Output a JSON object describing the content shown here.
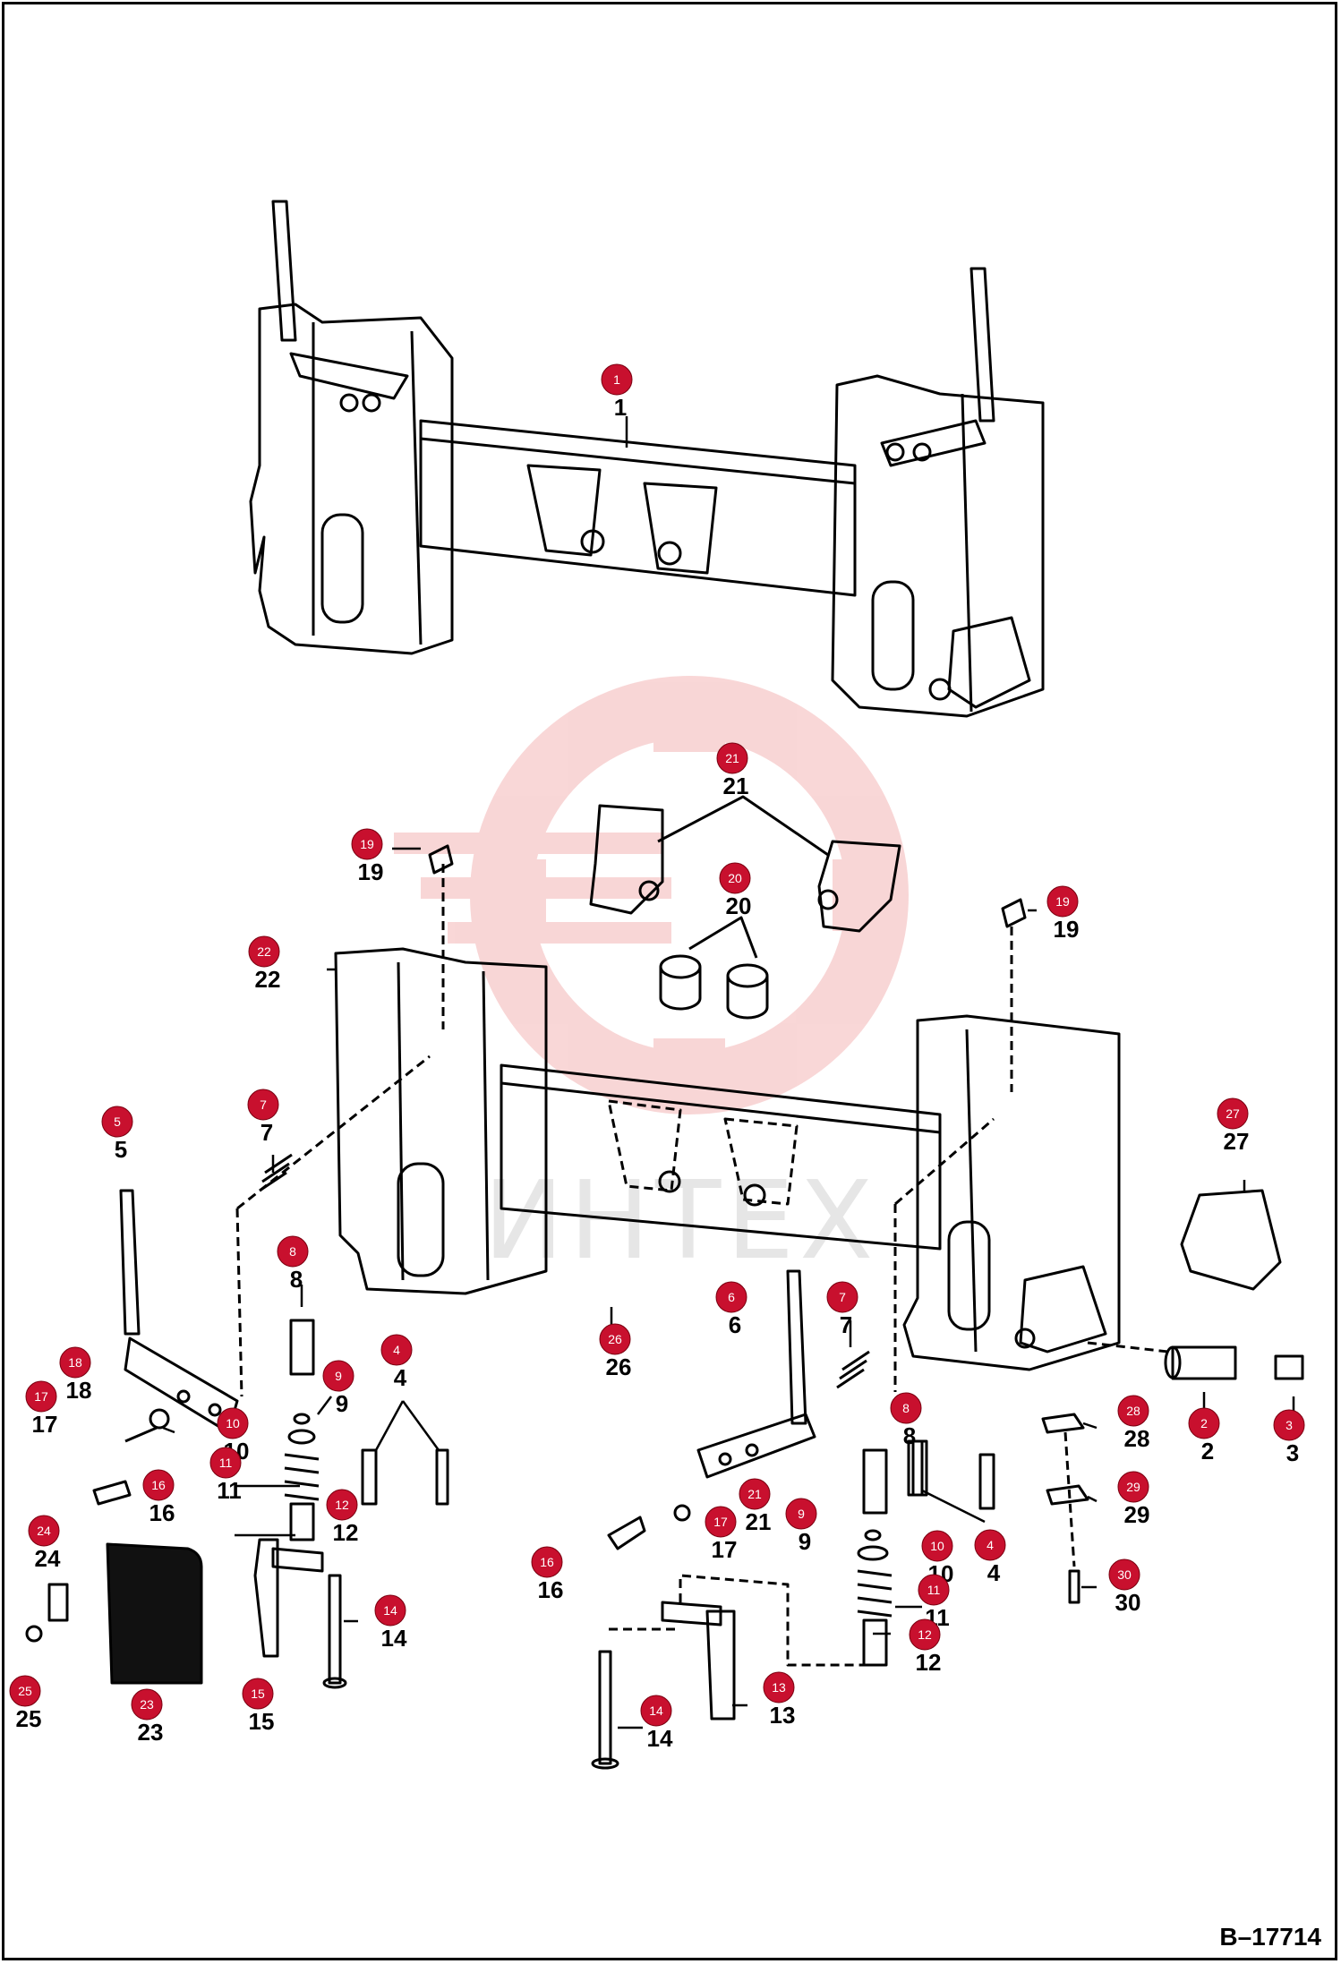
{
  "document": {
    "number": "B–17714",
    "watermark": "ИНТЕХ"
  },
  "colors": {
    "callout_fill": "#c8102e",
    "watermark": "#f4b6b6",
    "line": "#000000"
  },
  "callouts": [
    {
      "id": "c1",
      "label": "1"
    },
    {
      "id": "c21a",
      "label": "21"
    },
    {
      "id": "c19a",
      "label": "19"
    },
    {
      "id": "c20",
      "label": "20"
    },
    {
      "id": "c19b",
      "label": "19"
    },
    {
      "id": "c22",
      "label": "22"
    },
    {
      "id": "c5",
      "label": "5"
    },
    {
      "id": "c7a",
      "label": "7"
    },
    {
      "id": "c27",
      "label": "27"
    },
    {
      "id": "c8a",
      "label": "8"
    },
    {
      "id": "c6",
      "label": "6"
    },
    {
      "id": "c7b",
      "label": "7"
    },
    {
      "id": "c26",
      "label": "26"
    },
    {
      "id": "c4a",
      "label": "4"
    },
    {
      "id": "c18",
      "label": "18"
    },
    {
      "id": "c9a",
      "label": "9"
    },
    {
      "id": "c17a",
      "label": "17"
    },
    {
      "id": "c10a",
      "label": "10"
    },
    {
      "id": "c11a",
      "label": "11"
    },
    {
      "id": "c16a",
      "label": "16"
    },
    {
      "id": "c12a",
      "label": "12"
    },
    {
      "id": "c8b",
      "label": "8"
    },
    {
      "id": "c2",
      "label": "2"
    },
    {
      "id": "c3",
      "label": "3"
    },
    {
      "id": "c28",
      "label": "28"
    },
    {
      "id": "c29",
      "label": "29"
    },
    {
      "id": "c21b",
      "label": "21"
    },
    {
      "id": "c9b",
      "label": "9"
    },
    {
      "id": "c17b",
      "label": "17"
    },
    {
      "id": "c4b",
      "label": "4"
    },
    {
      "id": "c24",
      "label": "24"
    },
    {
      "id": "c16b",
      "label": "16"
    },
    {
      "id": "c10b",
      "label": "10"
    },
    {
      "id": "c30",
      "label": "30"
    },
    {
      "id": "c11b",
      "label": "11"
    },
    {
      "id": "c14a",
      "label": "14"
    },
    {
      "id": "c12b",
      "label": "12"
    },
    {
      "id": "c25",
      "label": "25"
    },
    {
      "id": "c23",
      "label": "23"
    },
    {
      "id": "c15",
      "label": "15"
    },
    {
      "id": "c13",
      "label": "13"
    },
    {
      "id": "c14b",
      "label": "14"
    }
  ]
}
